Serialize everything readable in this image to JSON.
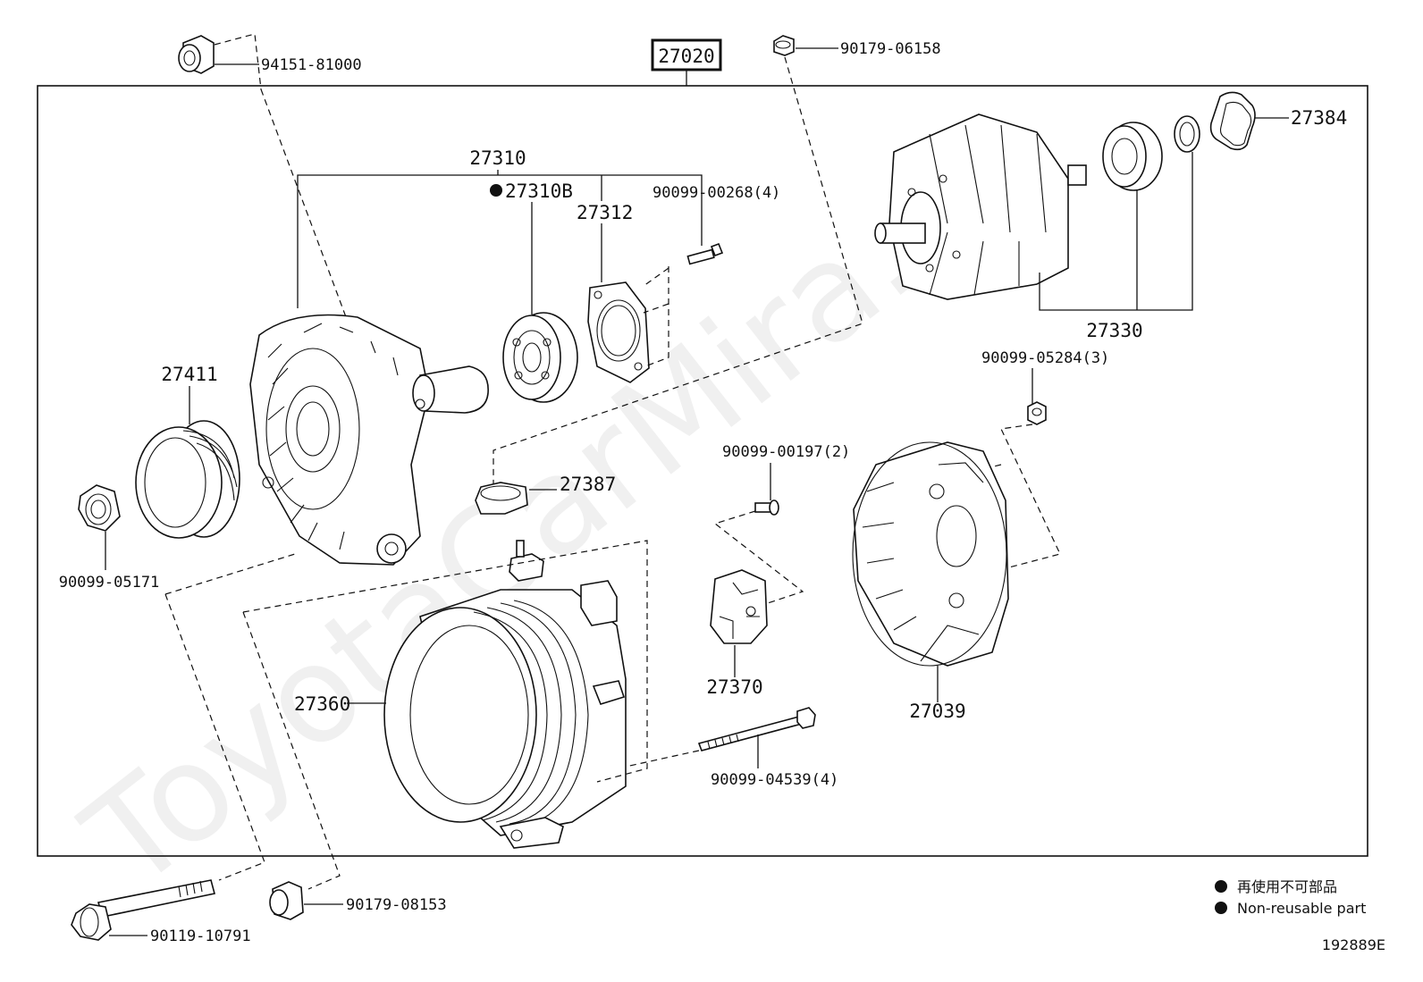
{
  "assembly": {
    "number": "27020"
  },
  "watermark": "ToyotaCarMira.ru",
  "parts": [
    {
      "id": "p-94151-81000",
      "label": "94151-81000"
    },
    {
      "id": "p-90179-06158",
      "label": "90179-06158"
    },
    {
      "id": "p-27384",
      "label": "27384"
    },
    {
      "id": "p-27310",
      "label": "27310"
    },
    {
      "id": "p-27310b",
      "label": "27310B",
      "non_reusable": true
    },
    {
      "id": "p-27312",
      "label": "27312"
    },
    {
      "id": "p-90099-00268",
      "label": "90099-00268(4)"
    },
    {
      "id": "p-27330",
      "label": "27330"
    },
    {
      "id": "p-90099-05284",
      "label": "90099-05284(3)"
    },
    {
      "id": "p-27411",
      "label": "27411"
    },
    {
      "id": "p-90099-00197",
      "label": "90099-00197(2)"
    },
    {
      "id": "p-27387",
      "label": "27387"
    },
    {
      "id": "p-90099-05171",
      "label": "90099-05171"
    },
    {
      "id": "p-27360",
      "label": "27360"
    },
    {
      "id": "p-27370",
      "label": "27370"
    },
    {
      "id": "p-27039",
      "label": "27039"
    },
    {
      "id": "p-90099-04539",
      "label": "90099-04539(4)"
    },
    {
      "id": "p-90179-08153",
      "label": "90179-08153"
    },
    {
      "id": "p-90119-10791",
      "label": "90119-10791"
    }
  ],
  "legend": {
    "japanese": "再使用不可部品",
    "english": "Non-reusable part"
  },
  "figure_code": "192889E"
}
